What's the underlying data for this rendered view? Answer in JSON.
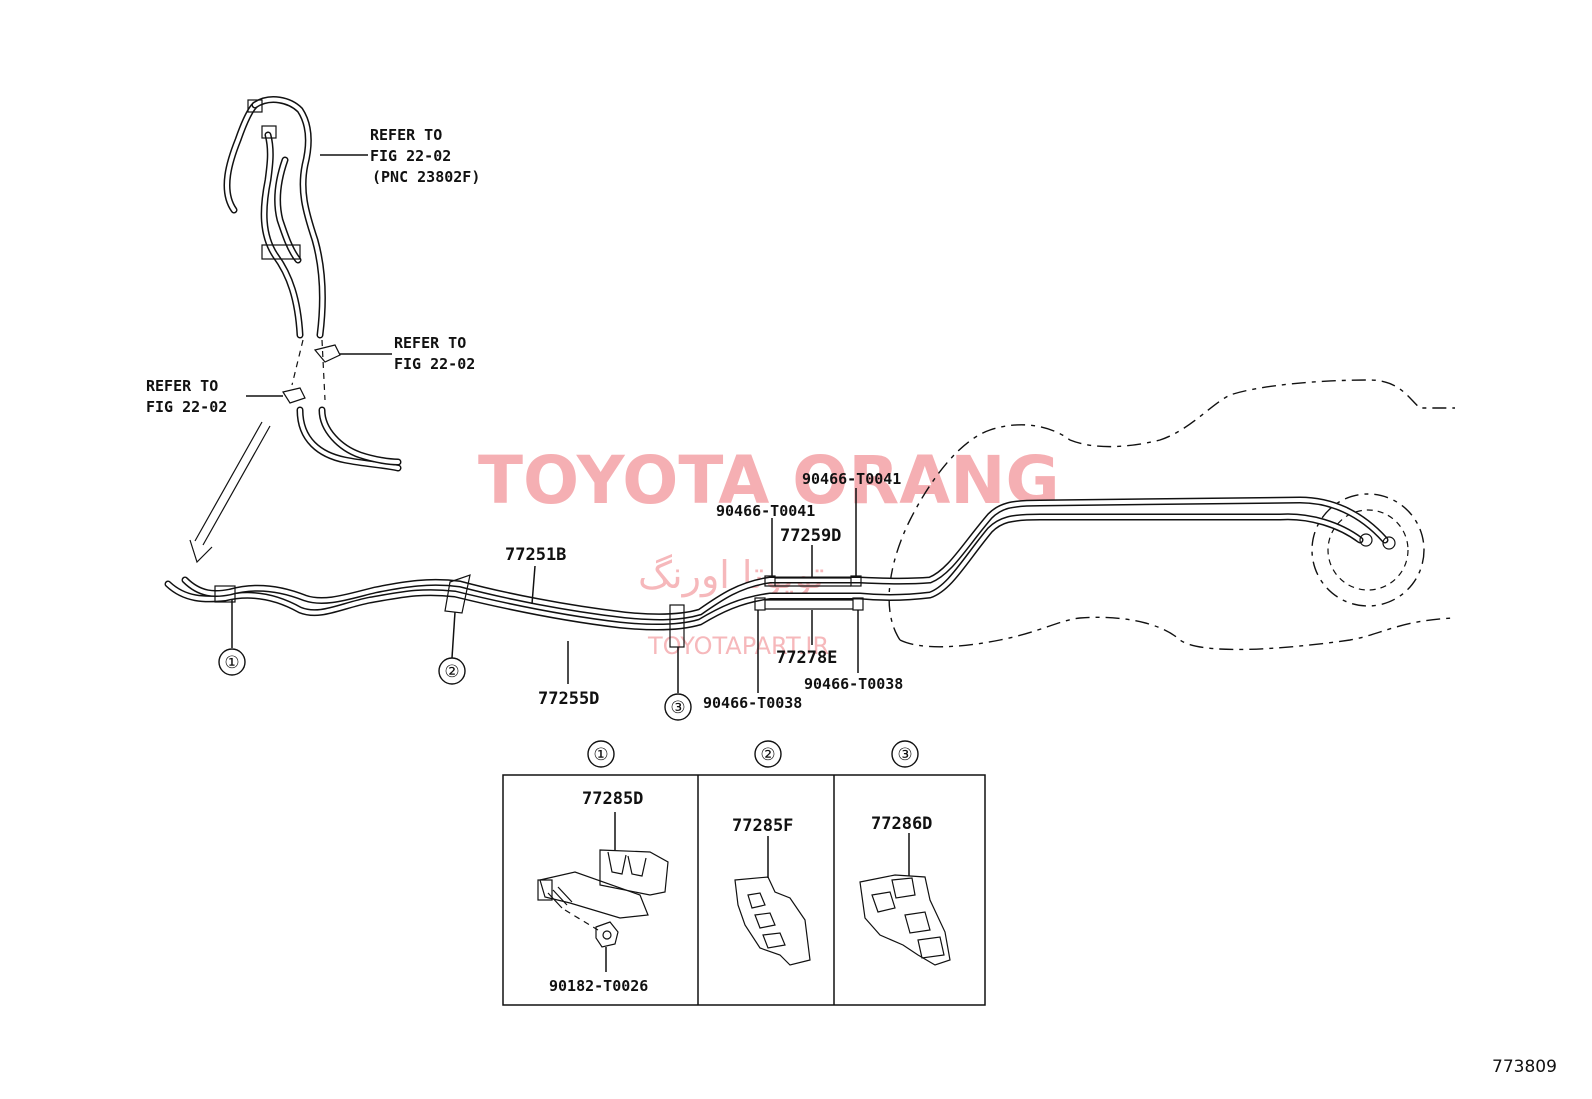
{
  "refs": {
    "ref1": [
      "REFER TO",
      "FIG 22-02",
      "(PNC 23802F)"
    ],
    "ref2": [
      "REFER TO",
      "FIG 22-02"
    ],
    "ref3": [
      "REFER TO",
      "FIG 22-02"
    ]
  },
  "parts": {
    "p77251B": "77251B",
    "p77255D": "77255D",
    "p77259D": "77259D",
    "p77278E": "77278E",
    "p90466_T0041_top": "90466-T0041",
    "p90466_T0041_left": "90466-T0041",
    "p90466_T0038_right": "90466-T0038",
    "p90466_T0038_left": "90466-T0038",
    "p77285D": "77285D",
    "p77285F": "77285F",
    "p77286D": "77286D",
    "p90182_T0026": "90182-T0026"
  },
  "callouts": [
    "①",
    "②",
    "③"
  ],
  "watermark": {
    "main": "TOYOTA ORANG",
    "persian": "تویوتا اورنگ",
    "url": "TOYOTAPART.IR"
  },
  "figure_id": "773809"
}
